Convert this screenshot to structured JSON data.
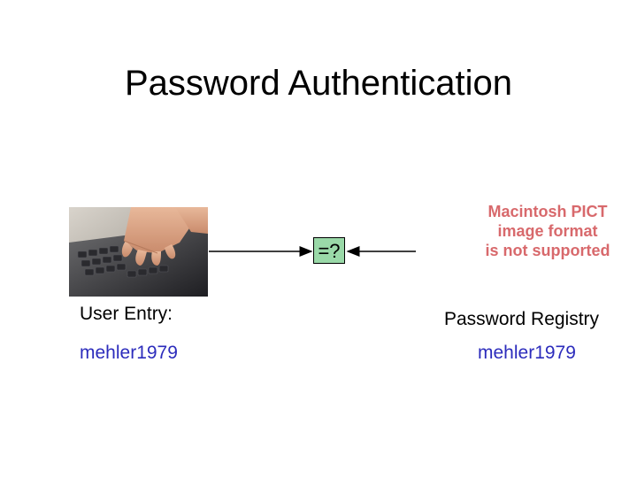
{
  "slide": {
    "title": "Password Authentication",
    "compare_symbol": "=?",
    "placeholder_text": [
      "Macintosh PICT",
      "image format",
      "is not supported"
    ],
    "user_entry": {
      "label": "User Entry:",
      "value": "mehler1979"
    },
    "registry": {
      "label": "Password Registry",
      "value": "mehler1979"
    }
  },
  "colors": {
    "value_text": "#2c2cbc",
    "compare_fill": "#9ad9a8",
    "placeholder_text": "#d8696c"
  },
  "images": {
    "photo": "hands-typing-on-keyboard"
  }
}
